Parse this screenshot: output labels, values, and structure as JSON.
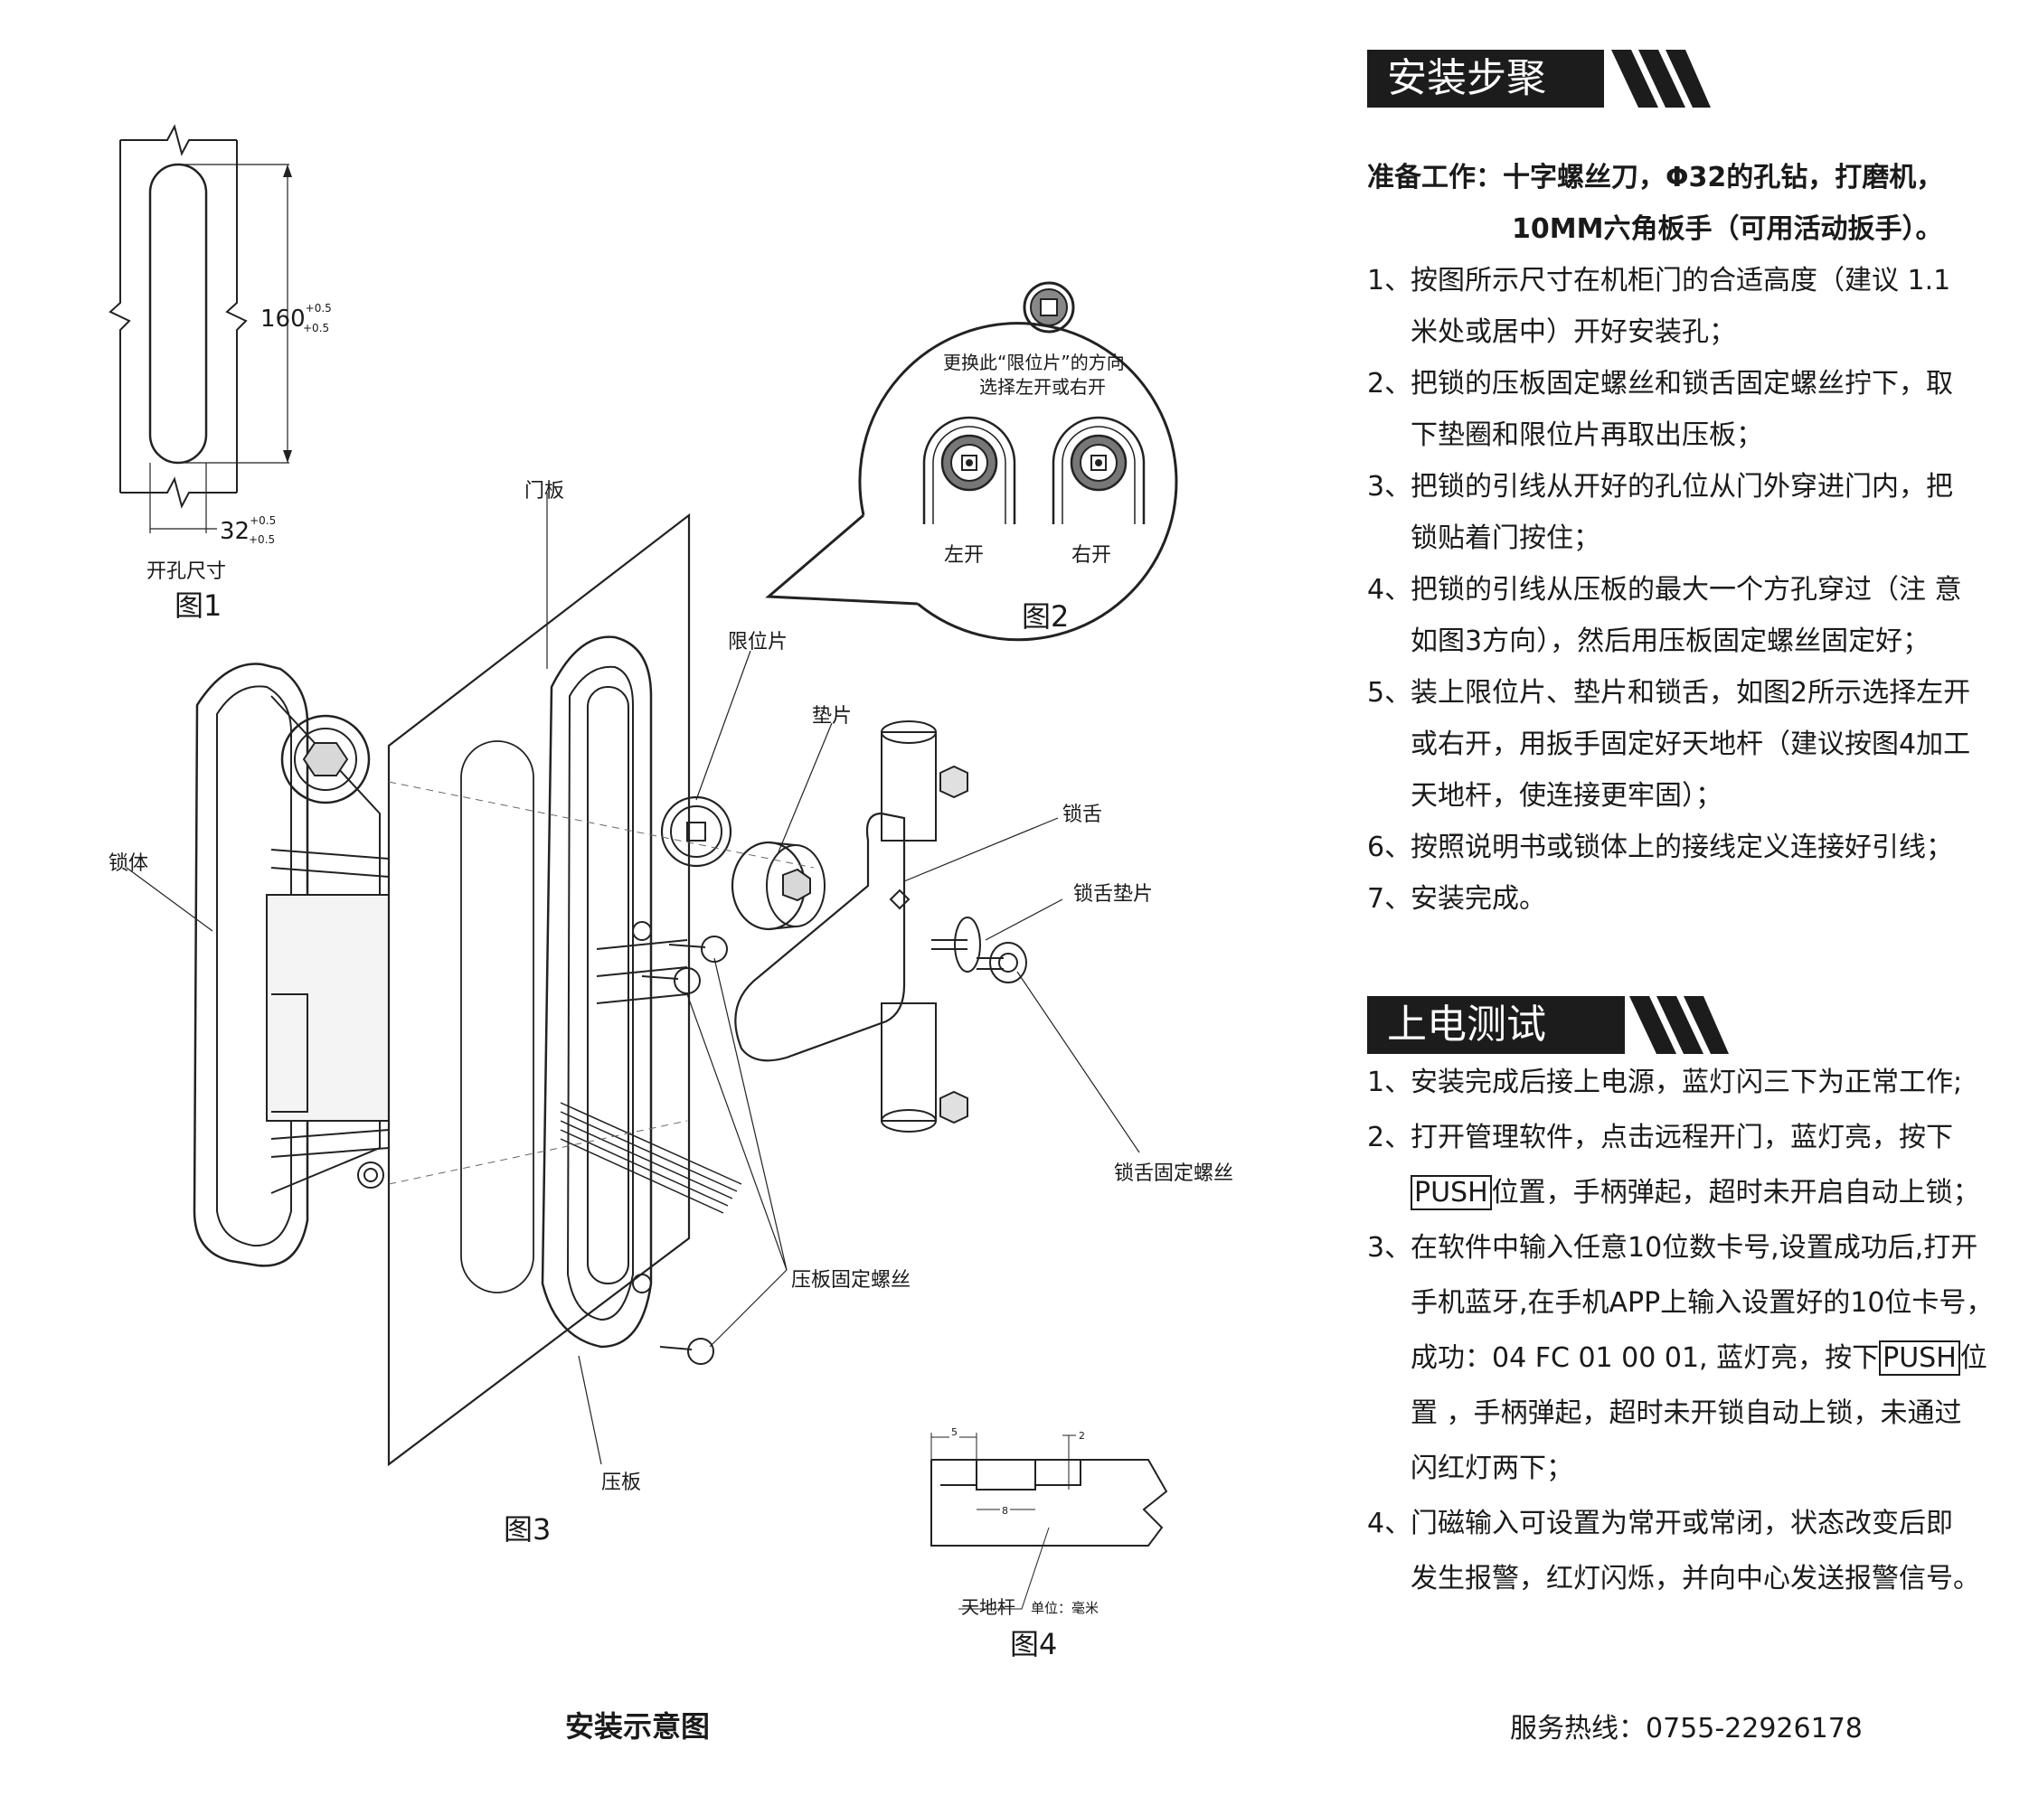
{
  "diagram": {
    "fig1": {
      "dimension_height": "160",
      "dimension_height_tol_top": "+0.5",
      "dimension_height_tol_bottom": "+0.5",
      "dimension_width": "32",
      "dimension_width_tol_top": "+0.5",
      "dimension_width_tol_bottom": "+0.5",
      "label": "开孔尺寸",
      "caption": "图1"
    },
    "fig2": {
      "note_line1": "更换此“限位片”的方向",
      "note_line2": "选择左开或右开",
      "left_label": "左开",
      "right_label": "右开",
      "caption": "图2"
    },
    "fig3": {
      "door_panel": "门板",
      "stop_plate": "限位片",
      "washer": "垫片",
      "lock_tongue": "锁舌",
      "tongue_washer": "锁舌垫片",
      "lock_body": "锁体",
      "tongue_screw": "锁舌固定螺丝",
      "plate_screw": "压板固定螺丝",
      "press_plate": "压板",
      "caption": "图3"
    },
    "fig4": {
      "dim_5": "5",
      "dim_2": "2",
      "dim_8": "8",
      "rod_label": "天地杆",
      "unit_label": "单位：毫米",
      "caption": "图4"
    },
    "overall_caption": "安装示意图"
  },
  "install": {
    "title": "安装步聚",
    "prep_line1": "准备工作：十字螺丝刀，Φ32的孔钻，打磨机，",
    "prep_line2": "10MM六角板手（可用活动扳手）。",
    "steps": [
      {
        "num": "1、",
        "lines": [
          "按图所示尺寸在机柜门的合适高度（建议 1.1",
          "米处或居中）开好安装孔；"
        ]
      },
      {
        "num": "2、",
        "lines": [
          "把锁的压板固定螺丝和锁舌固定螺丝拧下，取",
          "下垫圈和限位片再取出压板；"
        ]
      },
      {
        "num": "3、",
        "lines": [
          "把锁的引线从开好的孔位从门外穿进门内，把",
          "锁贴着门按住；"
        ]
      },
      {
        "num": "4、",
        "lines": [
          "把锁的引线从压板的最大一个方孔穿过（注 意",
          "如图3方向），然后用压板固定螺丝固定好；"
        ]
      },
      {
        "num": "5、",
        "lines": [
          "装上限位片、垫片和锁舌，如图2所示选择左开",
          " 或右开，用扳手固定好天地杆（建议按图4加工",
          " 天地杆，使连接更牢固）；"
        ]
      },
      {
        "num": "6、",
        "lines": [
          "按照说明书或锁体上的接线定义连接好引线；"
        ]
      },
      {
        "num": "7、",
        "lines": [
          "安装完成。"
        ]
      }
    ]
  },
  "power": {
    "title": "上电测试",
    "s1": {
      "num": "1、",
      "text": "安装完成后接上电源，蓝灯闪三下为正常工作;"
    },
    "s2": {
      "num": "2、",
      "line1": "打开管理软件，点击远程开门，蓝灯亮，按下",
      "push": "PUSH",
      "line2_rest": "位置，手柄弹起，超时未开启自动上锁；"
    },
    "s3": {
      "num": "3、",
      "line1": "在软件中输入任意10位数卡号,设置成功后,打开",
      "line2": "手机蓝牙,在手机APP上输入设置好的10位卡号，",
      "line3_pre": "成功：04 FC 01 00 01,  蓝灯亮，按下",
      "push": "PUSH",
      "line3_post": "位",
      "line4": "置  ，手柄弹起，超时未开锁自动上锁，未通过",
      "line5": "闪红灯两下；"
    },
    "s4": {
      "num": "4、",
      "line1": "门磁输入可设置为常开或常闭，状态改变后即",
      "line2": " 发生报警，红灯闪烁，并向中心发送报警信号。"
    }
  },
  "footer": {
    "hotline": "服务热线：0755-22926178"
  }
}
